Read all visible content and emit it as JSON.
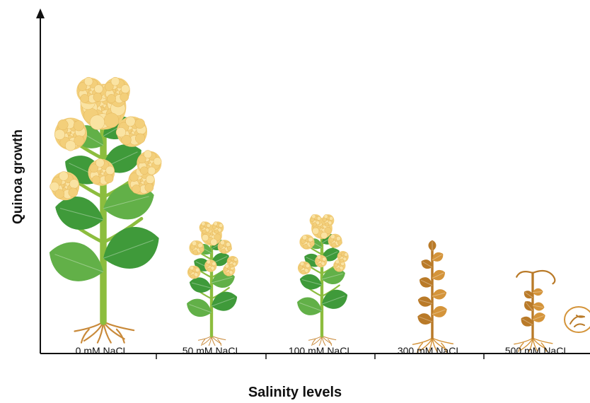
{
  "axes": {
    "y_label": "Quinoa growth",
    "x_label": "Salinity levels"
  },
  "categories": [
    {
      "label": "0 mM NaCL",
      "health": "healthy",
      "size": "large"
    },
    {
      "label": "50 mM NaCL",
      "health": "healthy",
      "size": "medium"
    },
    {
      "label": "100 mM NaCL",
      "health": "healthy",
      "size": "medium"
    },
    {
      "label": "300 mM NaCL",
      "health": "stressed-brown",
      "size": "small"
    },
    {
      "label": "500 mM NaCL",
      "health": "wilted-brown",
      "size": "small"
    }
  ],
  "colors": {
    "axis": "#111111",
    "stem": "#8cbd3e",
    "leaf": "#3f9a3a",
    "leaf_light": "#62b048",
    "flower": "#f3cf7a",
    "flower_light": "#fae3a2",
    "root": "#c98a3a",
    "dry_plant": "#d4943a",
    "dry_plant_dark": "#b97a28"
  }
}
